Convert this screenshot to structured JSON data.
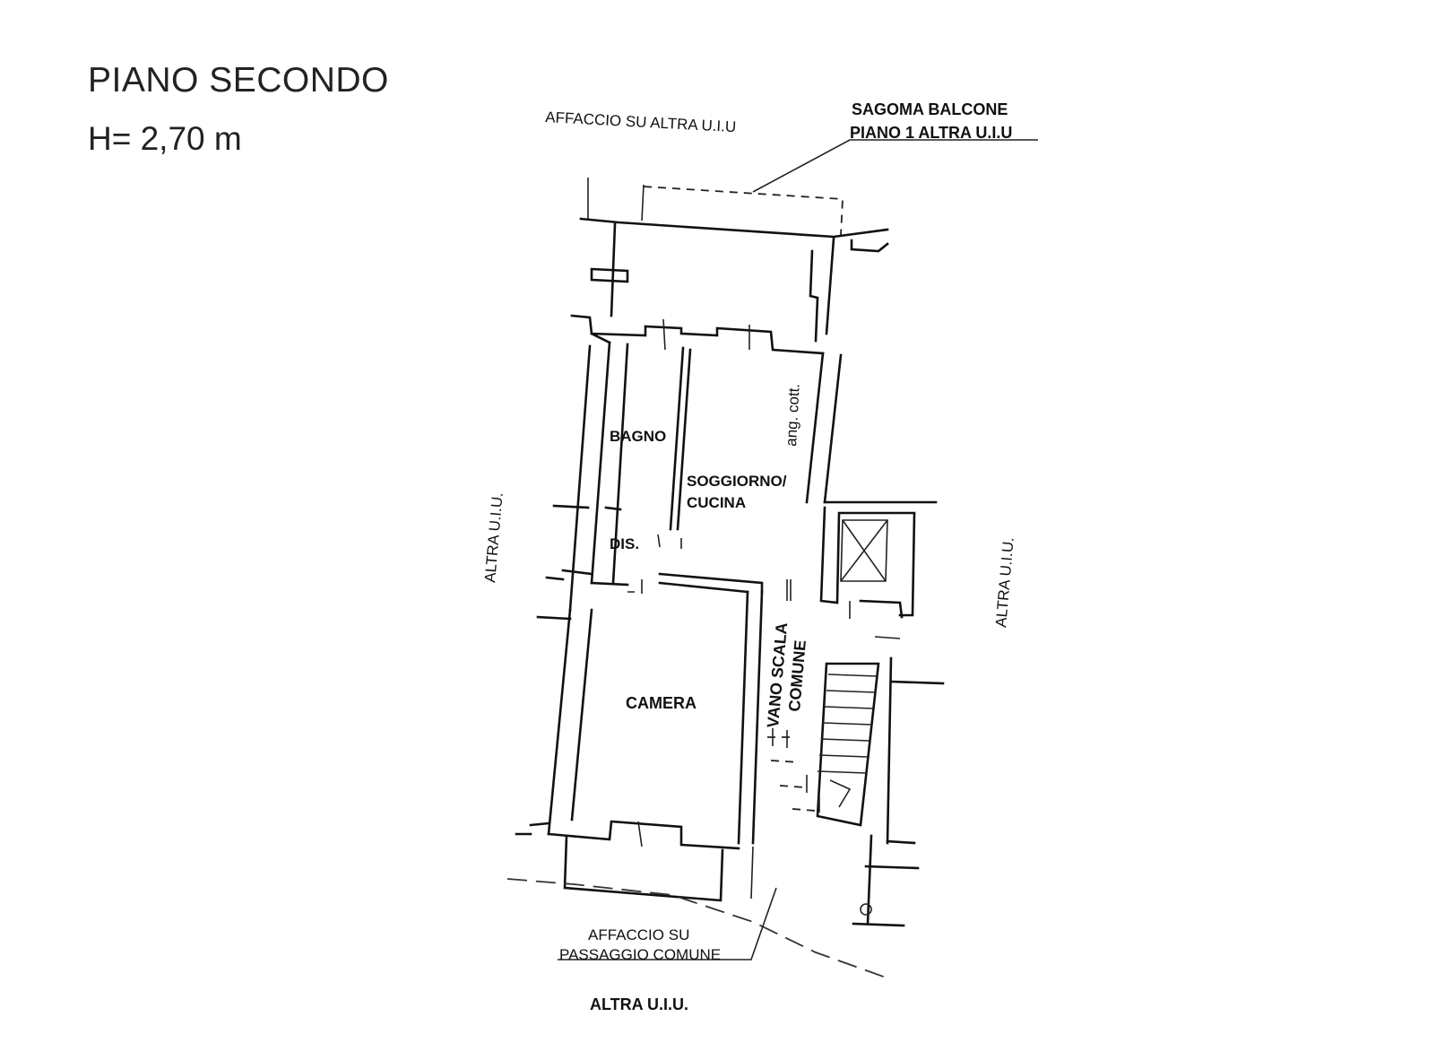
{
  "header": {
    "title": "PIANO SECONDO",
    "height": "H= 2,70 m"
  },
  "labels": {
    "affaccio_top": "AFFACCIO SU ALTRA U.I.U",
    "sagoma_line1": "SAGOMA BALCONE",
    "sagoma_line2": "PIANO 1 ALTRA U.I.U",
    "altra_left": "ALTRA U.I.U.",
    "altra_right": "ALTRA U.I.U.",
    "altra_bottom": "ALTRA U.I.U.",
    "affaccio_bottom_line1": "AFFACCIO SU",
    "affaccio_bottom_line2": "PASSAGGIO COMUNE"
  },
  "rooms": {
    "bagno": "BAGNO",
    "soggiorno_line1": "SOGGIORNO/",
    "soggiorno_line2": "CUCINA",
    "ang_cott": "ang. cott.",
    "dis": "DIS.",
    "camera": "CAMERA",
    "vano_line1": "VANO SCALA",
    "vano_line2": "COMUNE"
  }
}
